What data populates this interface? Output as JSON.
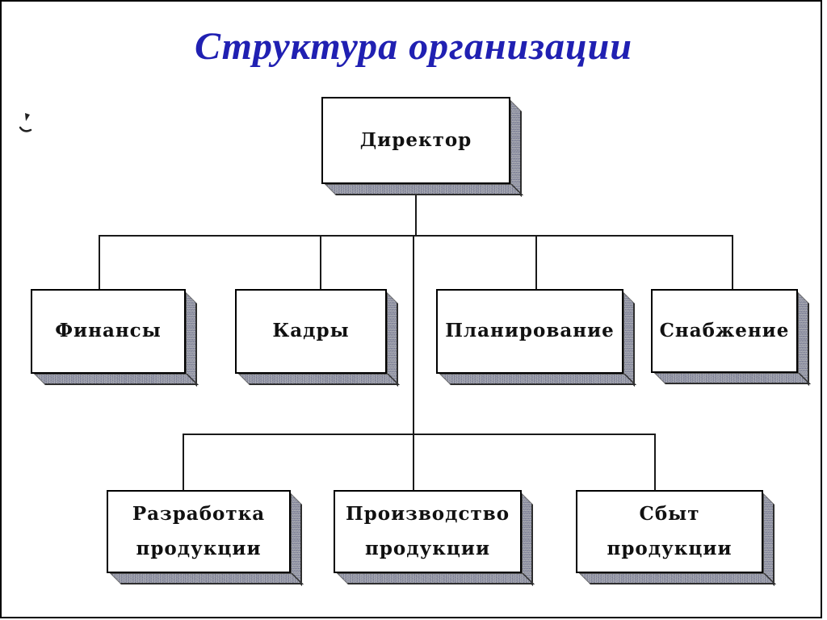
{
  "title": "Структура организации",
  "colors": {
    "title": "#2020b2",
    "box_face": "#ffffff",
    "box_border": "#000000",
    "shadow": "#9a9ca6",
    "line": "#1a1a1a"
  },
  "org": {
    "nodes": {
      "director": {
        "label": "Директор"
      },
      "finance": {
        "label": "Финансы"
      },
      "hr": {
        "label": "Кадры"
      },
      "planning": {
        "label": "Планирование"
      },
      "supply": {
        "label": "Снабжение"
      },
      "development": {
        "label": "Разработка продукции"
      },
      "production": {
        "label": "Производство продукции"
      },
      "sales": {
        "label": "Сбыт продукции"
      }
    },
    "edges": [
      [
        "director",
        "finance"
      ],
      [
        "director",
        "hr"
      ],
      [
        "director",
        "planning"
      ],
      [
        "director",
        "supply"
      ],
      [
        "director",
        "development"
      ],
      [
        "director",
        "production"
      ],
      [
        "director",
        "sales"
      ]
    ]
  }
}
